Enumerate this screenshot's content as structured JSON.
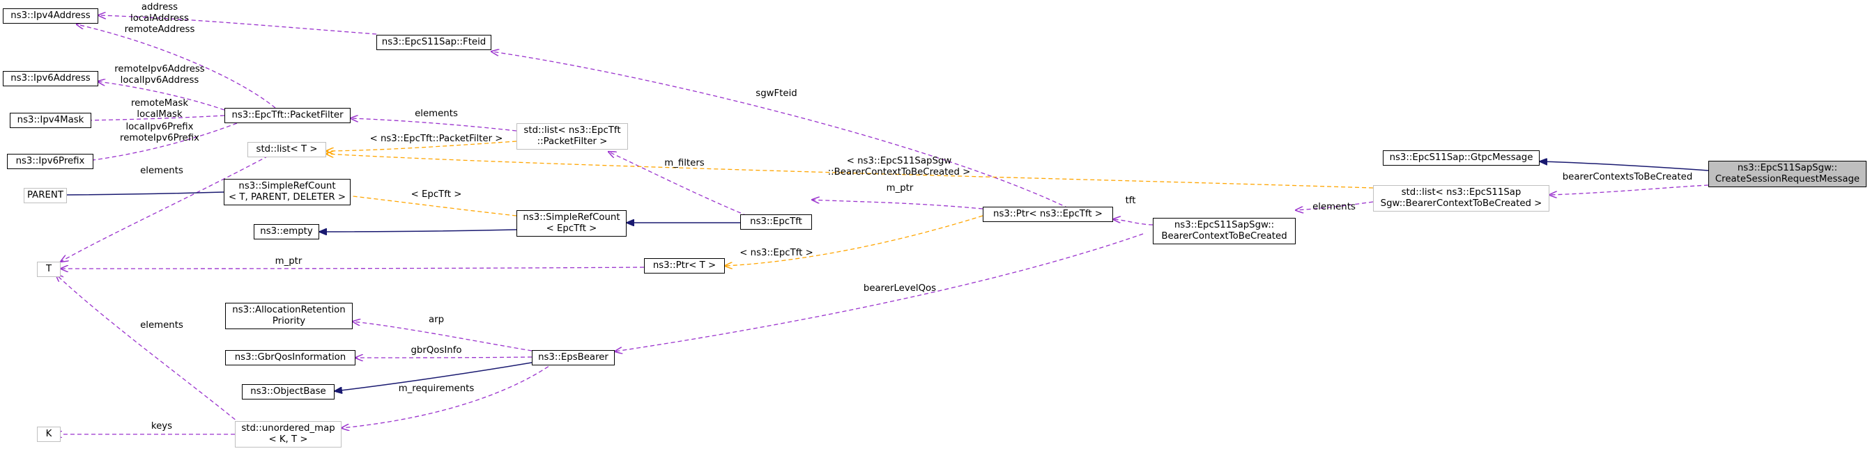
{
  "colors": {
    "inheritance": "#191970",
    "usage": "#9a32cd",
    "template": "#ffa500",
    "grey_border": "#bfbfbf",
    "focus_fill": "#bfbfbf"
  },
  "nodes": {
    "ipv4address": "ns3::Ipv4Address",
    "ipv6address": "ns3::Ipv6Address",
    "ipv4mask": "ns3::Ipv4Mask",
    "ipv6prefix": "ns3::Ipv6Prefix",
    "parent": "PARENT",
    "t": "T",
    "k": "K",
    "fteid": "ns3::EpcS11Sap::Fteid",
    "packetfilter": "ns3::EpcTft::PacketFilter",
    "stdlist_t": "std::list< T >",
    "simplerefcount_t": [
      "ns3::SimpleRefCount",
      "< T, PARENT, DELETER >"
    ],
    "empty": "ns3::empty",
    "allocation": [
      "ns3::AllocationRetention",
      "Priority"
    ],
    "gbrqos": "ns3::GbrQosInformation",
    "objectbase": "ns3::ObjectBase",
    "unordered_map": [
      "std::unordered_map",
      "< K, T >"
    ],
    "list_packetfilter": [
      "std::list< ns3::EpcTft",
      "::PacketFilter >"
    ],
    "simplerefcount_epctft": [
      "ns3::SimpleRefCount",
      "< EpcTft >"
    ],
    "epctft": "ns3::EpcTft",
    "ptr_t": "ns3::Ptr< T >",
    "epsbearer": "ns3::EpsBearer",
    "ptr_epctft": "ns3::Ptr< ns3::EpcTft >",
    "bearercontext": [
      "ns3::EpcS11SapSgw::",
      "BearerContextToBeCreated"
    ],
    "list_bearercontext": [
      "std::list< ns3::EpcS11Sap",
      "Sgw::BearerContextToBeCreated >"
    ],
    "gtpcmessage": "ns3::EpcS11Sap::GtpcMessage",
    "createsession": [
      "ns3::EpcS11SapSgw::",
      "CreateSessionRequestMessage"
    ]
  },
  "edge_labels": {
    "address": [
      "address",
      "localAddress",
      "remoteAddress"
    ],
    "ipv6": [
      "remoteIpv6Address",
      "localIpv6Address"
    ],
    "mask": [
      "remoteMask",
      "localMask"
    ],
    "prefix": [
      "localIpv6Prefix",
      "remoteIpv6Prefix"
    ],
    "elements_t": "elements",
    "elements_pf": "elements",
    "tmpl_packetfilter": "< ns3::EpcTft::PacketFilter >",
    "tmpl_bearercontext": [
      "< ns3::EpcS11SapSgw",
      "::BearerContextToBeCreated >"
    ],
    "sgwfteid": "sgwFteid",
    "m_filters": "m_filters",
    "tmpl_epctft_refcount": "< EpcTft >",
    "m_ptr_epctft": "m_ptr",
    "m_ptr_t": "m_ptr",
    "tmpl_epctft_ptr": "< ns3::EpcTft >",
    "tft": "tft",
    "elements_bc": "elements",
    "bearercontexts": "bearerContextsToBeCreated",
    "bearerlevelqos": "bearerLevelQos",
    "arp": "arp",
    "gbrqosinfo": "gbrQosInfo",
    "m_requirements": "m_requirements",
    "keys": "keys",
    "elements_map": "elements"
  }
}
